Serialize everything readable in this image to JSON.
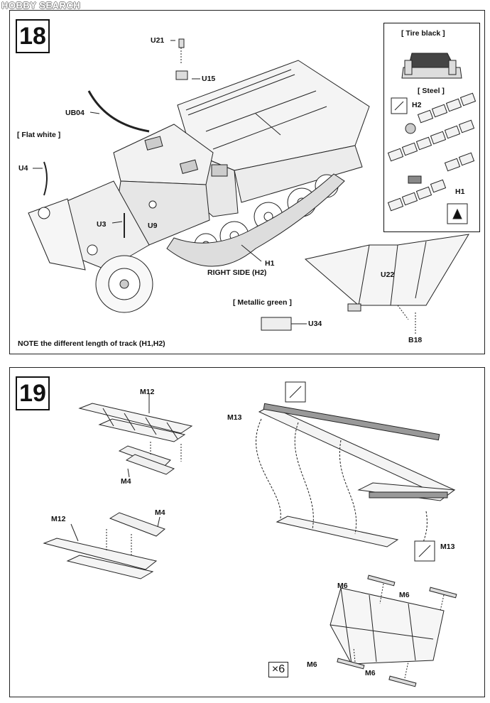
{
  "watermark": "HOBBY SEARCH",
  "step18": {
    "number": "18",
    "labels": {
      "u21": "U21",
      "u15": "U15",
      "ub04": "UB04",
      "flat_white": "[ Flat white ]",
      "u4": "U4",
      "u3": "U3",
      "u9": "U9",
      "h1_main": "H1",
      "right_side": "RIGHT SIDE (H2)",
      "u22": "U22",
      "metallic_green": "[ Metallic green ]",
      "u34": "U34",
      "b18": "B18",
      "note": "NOTE the different length of track (H1,H2)"
    },
    "inset": {
      "tire_black": "[ Tire black ]",
      "steel": "[ Steel ]",
      "h2": "H2",
      "h1": "H1"
    }
  },
  "step19": {
    "number": "19",
    "labels": {
      "m12_top": "M12",
      "m4_top": "M4",
      "m12_bottom": "M12",
      "m4_bottom": "M4",
      "m13_left": "M13",
      "m13_right": "M13",
      "m6_tl": "M6",
      "m6_tr": "M6",
      "m6_bl": "M6",
      "m6_br": "M6",
      "multiplier": "×6"
    }
  }
}
